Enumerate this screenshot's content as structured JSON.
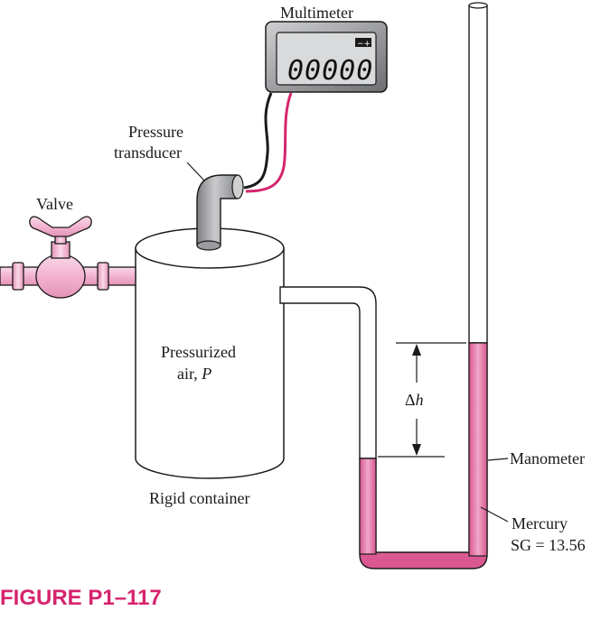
{
  "labels": {
    "multimeter": "Multimeter",
    "display_reading": "00000",
    "battery_symbol": "−+",
    "pressure_transducer_line1": "Pressure",
    "pressure_transducer_line2": "transducer",
    "valve": "Valve",
    "pressurized_air_line1": "Pressurized",
    "pressurized_air_line2": "air, ",
    "pressure_symbol": "P",
    "rigid_container": "Rigid container",
    "delta_prefix": "Δ",
    "delta_var": "h",
    "manometer": "Manometer",
    "mercury": "Mercury",
    "specific_gravity": "SG = 13.56",
    "figure_caption": "FIGURE P1–117"
  },
  "colors": {
    "accent": "#d6246e",
    "mercury": "#e7a1c0",
    "mercury_dark": "#c9447f",
    "pipe_pink": "#f4c6dc",
    "metal_gray": "#a9aaad",
    "outline": "#1a1a1a"
  }
}
